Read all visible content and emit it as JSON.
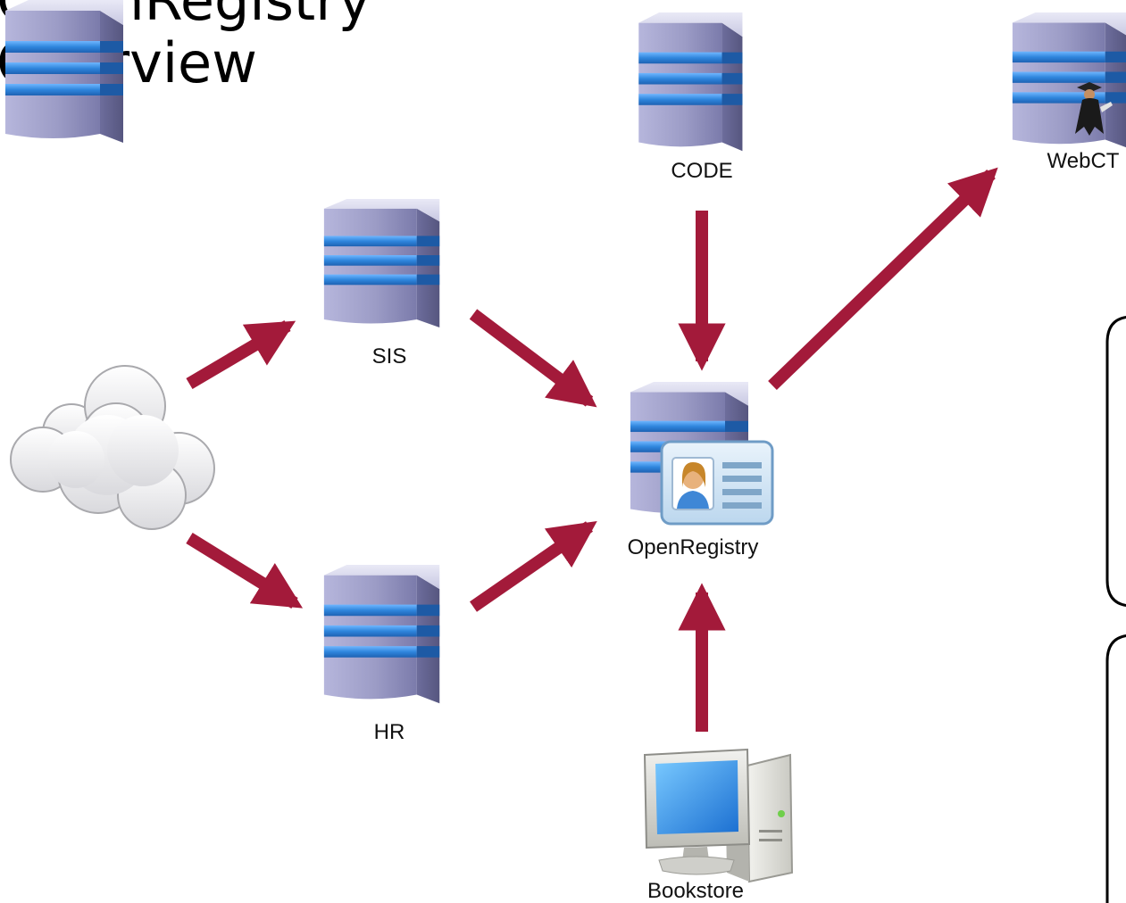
{
  "slide": {
    "title_line1": "OpenRegistry",
    "title_line2": "Overview"
  },
  "nodes": {
    "code": {
      "label": "CODE",
      "icon": "server-icon"
    },
    "webct": {
      "label": "WebCT",
      "icon": "server-with-figure-icon"
    },
    "sis": {
      "label": "SIS",
      "icon": "server-icon"
    },
    "hr": {
      "label": "HR",
      "icon": "server-icon"
    },
    "openregistry": {
      "label": "OpenRegistry",
      "icon": "server-with-id-card-icon"
    },
    "bookstore": {
      "label": "Bookstore",
      "icon": "desktop-computer-icon"
    },
    "cloud": {
      "icon": "cloud-icon"
    }
  },
  "colors": {
    "arrow": "#A31A3A",
    "server_body": "#9A9AC8",
    "server_stripe": "#2F86DD",
    "callout_border": "#000000"
  }
}
